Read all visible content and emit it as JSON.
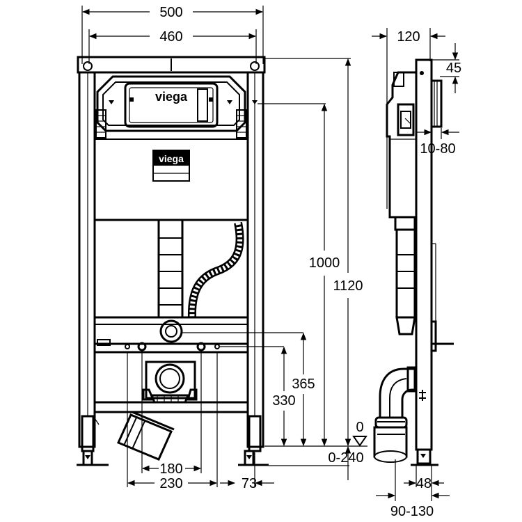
{
  "front_view": {
    "width_outer": "500",
    "width_inner": "460",
    "height_flush_plate": "1000",
    "height_total": "1120",
    "height_connection_upper": "365",
    "height_connection_lower": "330",
    "spacing_inner_bolts": "180",
    "spacing_outer_bolts": "230",
    "offset_foot": "73",
    "floor_level": "0",
    "foot_adjustment": "0-240",
    "brand_plate": "viega",
    "brand_label": "viega"
  },
  "side_view": {
    "depth_frame": "120",
    "offset_top": "45",
    "wall_adjustment": "10-80",
    "depth_foot": "48",
    "outlet_distance": "90-130"
  }
}
